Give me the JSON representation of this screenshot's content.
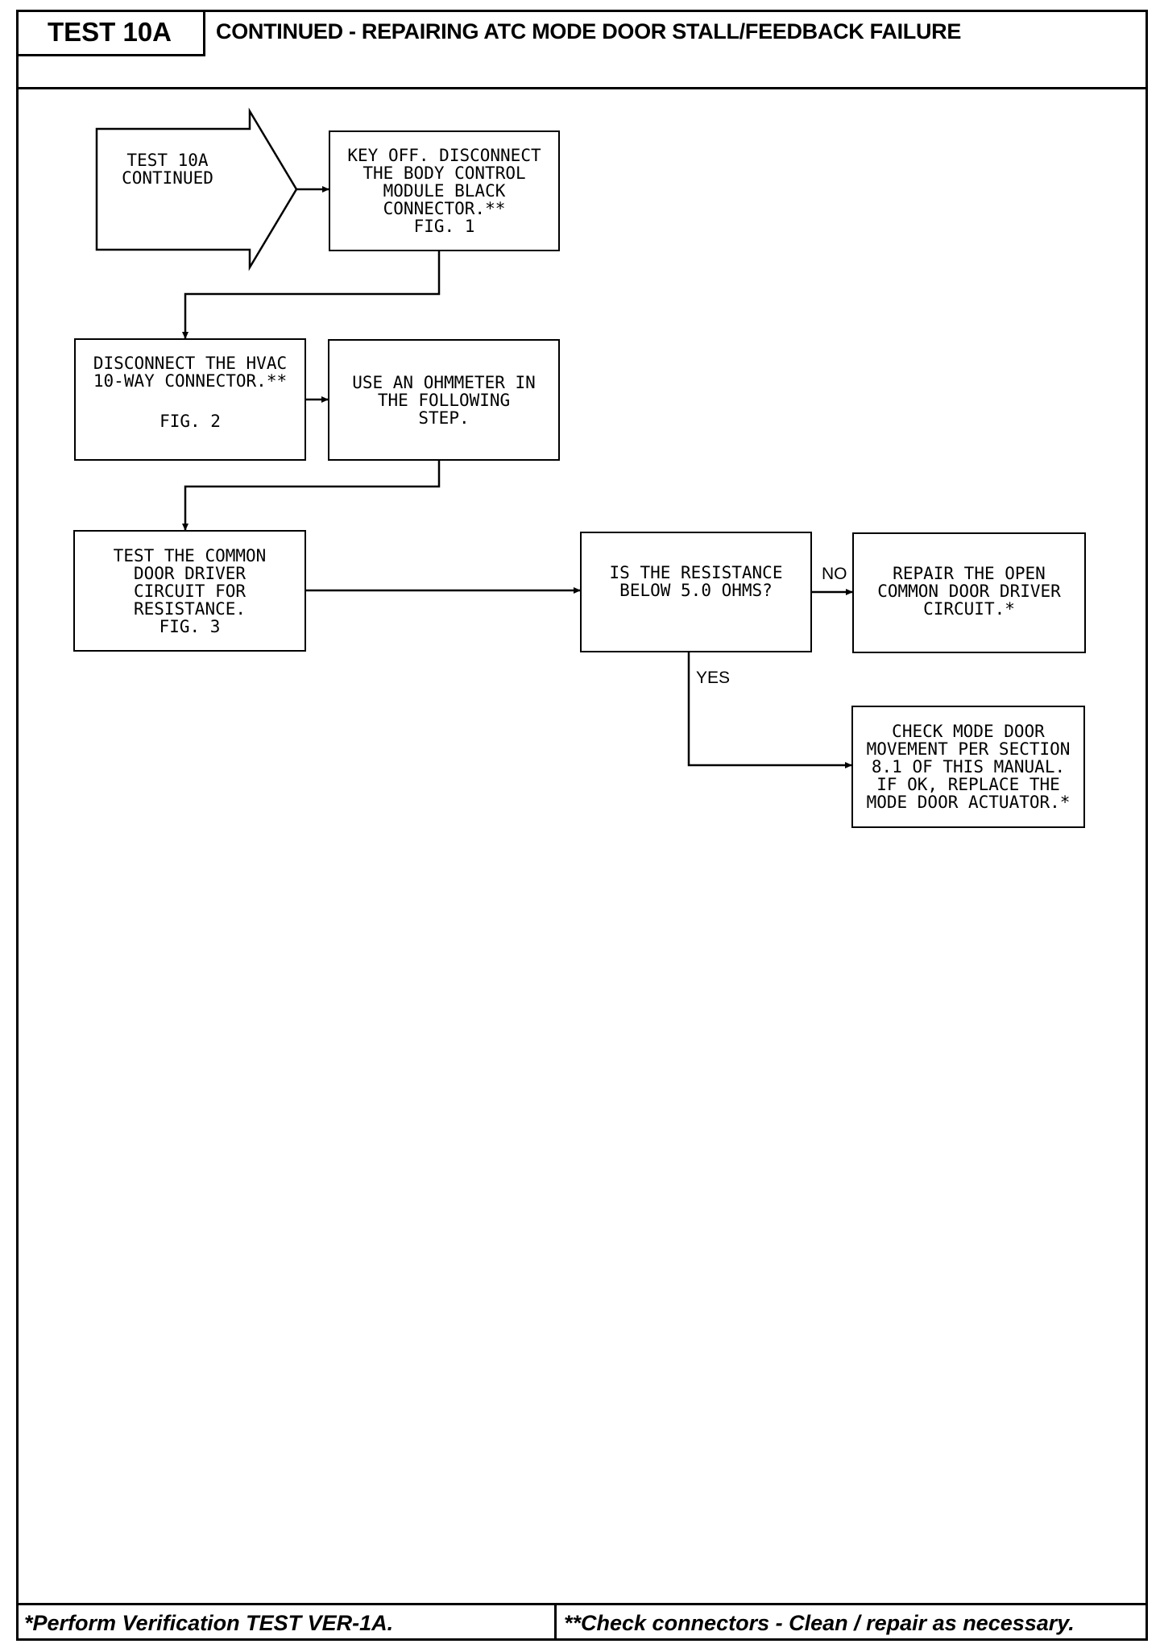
{
  "header": {
    "test_id": "TEST 10A",
    "title": "CONTINUED - REPAIRING ATC MODE DOOR STALL/FEEDBACK FAILURE"
  },
  "flowchart": {
    "start": {
      "lines": [
        "TEST 10A",
        "CONTINUED"
      ]
    },
    "step1": {
      "lines": [
        "KEY OFF. DISCONNECT",
        "THE BODY CONTROL",
        "MODULE BLACK",
        "CONNECTOR.**",
        "FIG. 1"
      ]
    },
    "step2": {
      "lines": [
        "DISCONNECT THE HVAC",
        "10-WAY CONNECTOR.**",
        "",
        "FIG. 2"
      ]
    },
    "step3": {
      "lines": [
        "USE AN OHMMETER IN",
        "THE FOLLOWING",
        "STEP."
      ]
    },
    "step4": {
      "lines": [
        "TEST THE COMMON",
        "DOOR DRIVER",
        "CIRCUIT FOR",
        "RESISTANCE.",
        "FIG. 3"
      ]
    },
    "decision": {
      "lines": [
        "IS THE RESISTANCE",
        "BELOW 5.0 OHMS?"
      ]
    },
    "repair": {
      "lines": [
        "REPAIR THE OPEN",
        "COMMON DOOR DRIVER",
        "CIRCUIT.*"
      ]
    },
    "check": {
      "lines": [
        "CHECK MODE DOOR",
        "MOVEMENT PER SECTION",
        "8.1 OF THIS MANUAL.",
        "IF OK, REPLACE THE",
        "MODE DOOR ACTUATOR.*"
      ]
    },
    "label_no": "NO",
    "label_yes": "YES"
  },
  "footer": {
    "left": "*Perform Verification TEST VER-1A.",
    "right": "**Check connectors - Clean / repair as necessary."
  }
}
